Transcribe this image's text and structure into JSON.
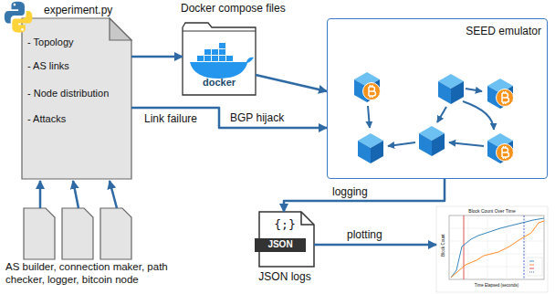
{
  "diagram": {
    "nodes": [
      {
        "text": [
          "experiment.py",
          "- Topology",
          "- AS links",
          "- Node distribution",
          "- Attacks"
        ]
      },
      {
        "text": [
          "Docker compose files",
          "docker"
        ]
      },
      {
        "text": [
          "SEED emulator"
        ]
      },
      {
        "text": [
          "{;}",
          "JSON",
          "JSON logs"
        ]
      },
      {
        "text": [
          "Block Count Over Time",
          "Block Count",
          "Time Elapsed (seconds)"
        ]
      },
      {
        "text": [
          "AS builder, connection maker, path checker, logger, bitcoin node"
        ]
      }
    ],
    "edges": [
      {
        "from": 0,
        "to": 1,
        "arrow": "to"
      },
      {
        "from": 1,
        "to": 2,
        "arrow": "to"
      },
      {
        "from": 0,
        "to": 2,
        "label": "BGP hijack",
        "arrow": "to"
      },
      {
        "from": 2,
        "to": 3,
        "label": "logging",
        "arrow": "to"
      },
      {
        "from": 3,
        "to": 4,
        "label": "plotting",
        "arrow": "to"
      },
      {
        "from": 5,
        "to": 0,
        "arrow": "to"
      },
      {
        "from": 5,
        "to": 0,
        "arrow": "to"
      },
      {
        "from": 5,
        "to": 0,
        "arrow": "to"
      }
    ],
    "labels": [
      "Link failure"
    ]
  }
}
